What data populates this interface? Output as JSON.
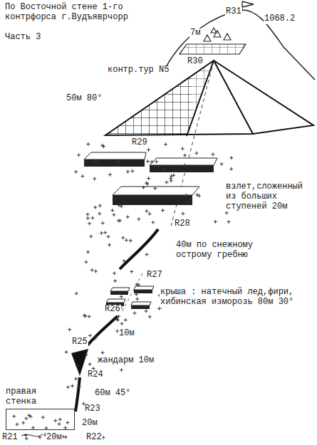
{
  "diagram": {
    "title": "По Восточной стене 1-го контрфорса г.Вудъяврчорр",
    "nodes": [
      {
        "text": [
          "правая стенка"
        ]
      }
    ],
    "labels": [
      "Часть 3",
      "R31",
      "1068.2",
      "7м",
      "R30",
      "контр.тур N5",
      "50м 80°",
      "R29",
      "взлет,сложенный из больших ступеней 20м",
      "R28",
      "40м по снежному острому гребню",
      "R27",
      "крыша : натечный лед,фири, хибинская изморозь 80м 30°",
      "R26",
      "10м",
      "R25",
      "жандарм 10м",
      "R24",
      "60м 45°",
      "R23",
      "20м",
      "R21",
      "20м",
      "R22"
    ]
  }
}
